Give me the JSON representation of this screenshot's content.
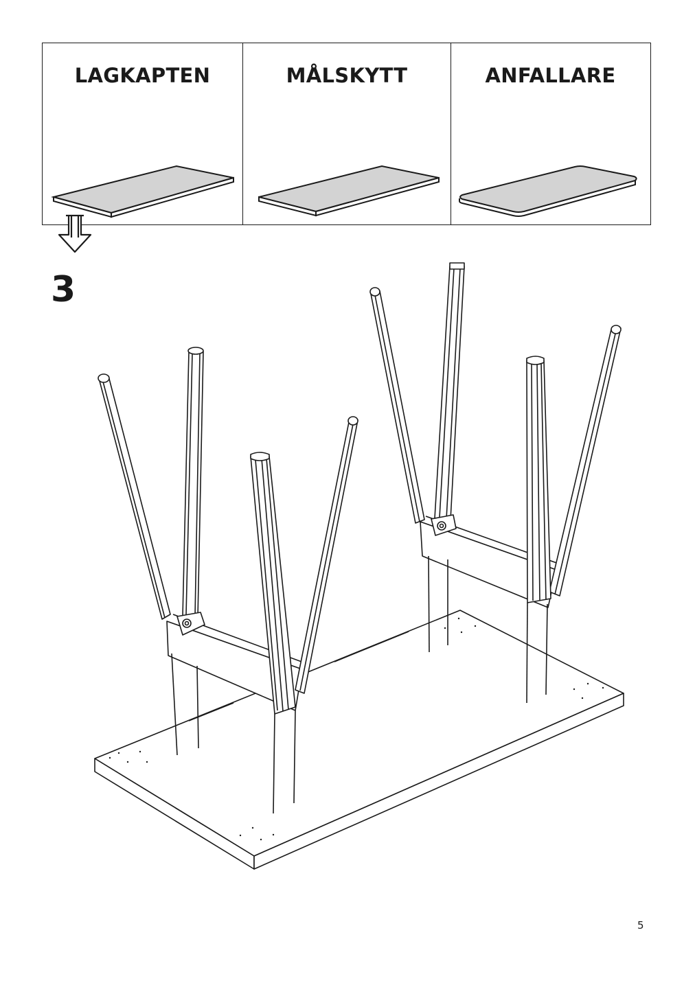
{
  "options": [
    {
      "name": "LAGKAPTEN"
    },
    {
      "name": "MÅLSKYTT"
    },
    {
      "name": "ANFALLARE"
    }
  ],
  "step_number": "3",
  "page_number": "5",
  "colors": {
    "line": "#1a1a1a",
    "panel_fill": "#d3d3d3"
  },
  "icons": {
    "arrow": "down-arrow-icon"
  }
}
